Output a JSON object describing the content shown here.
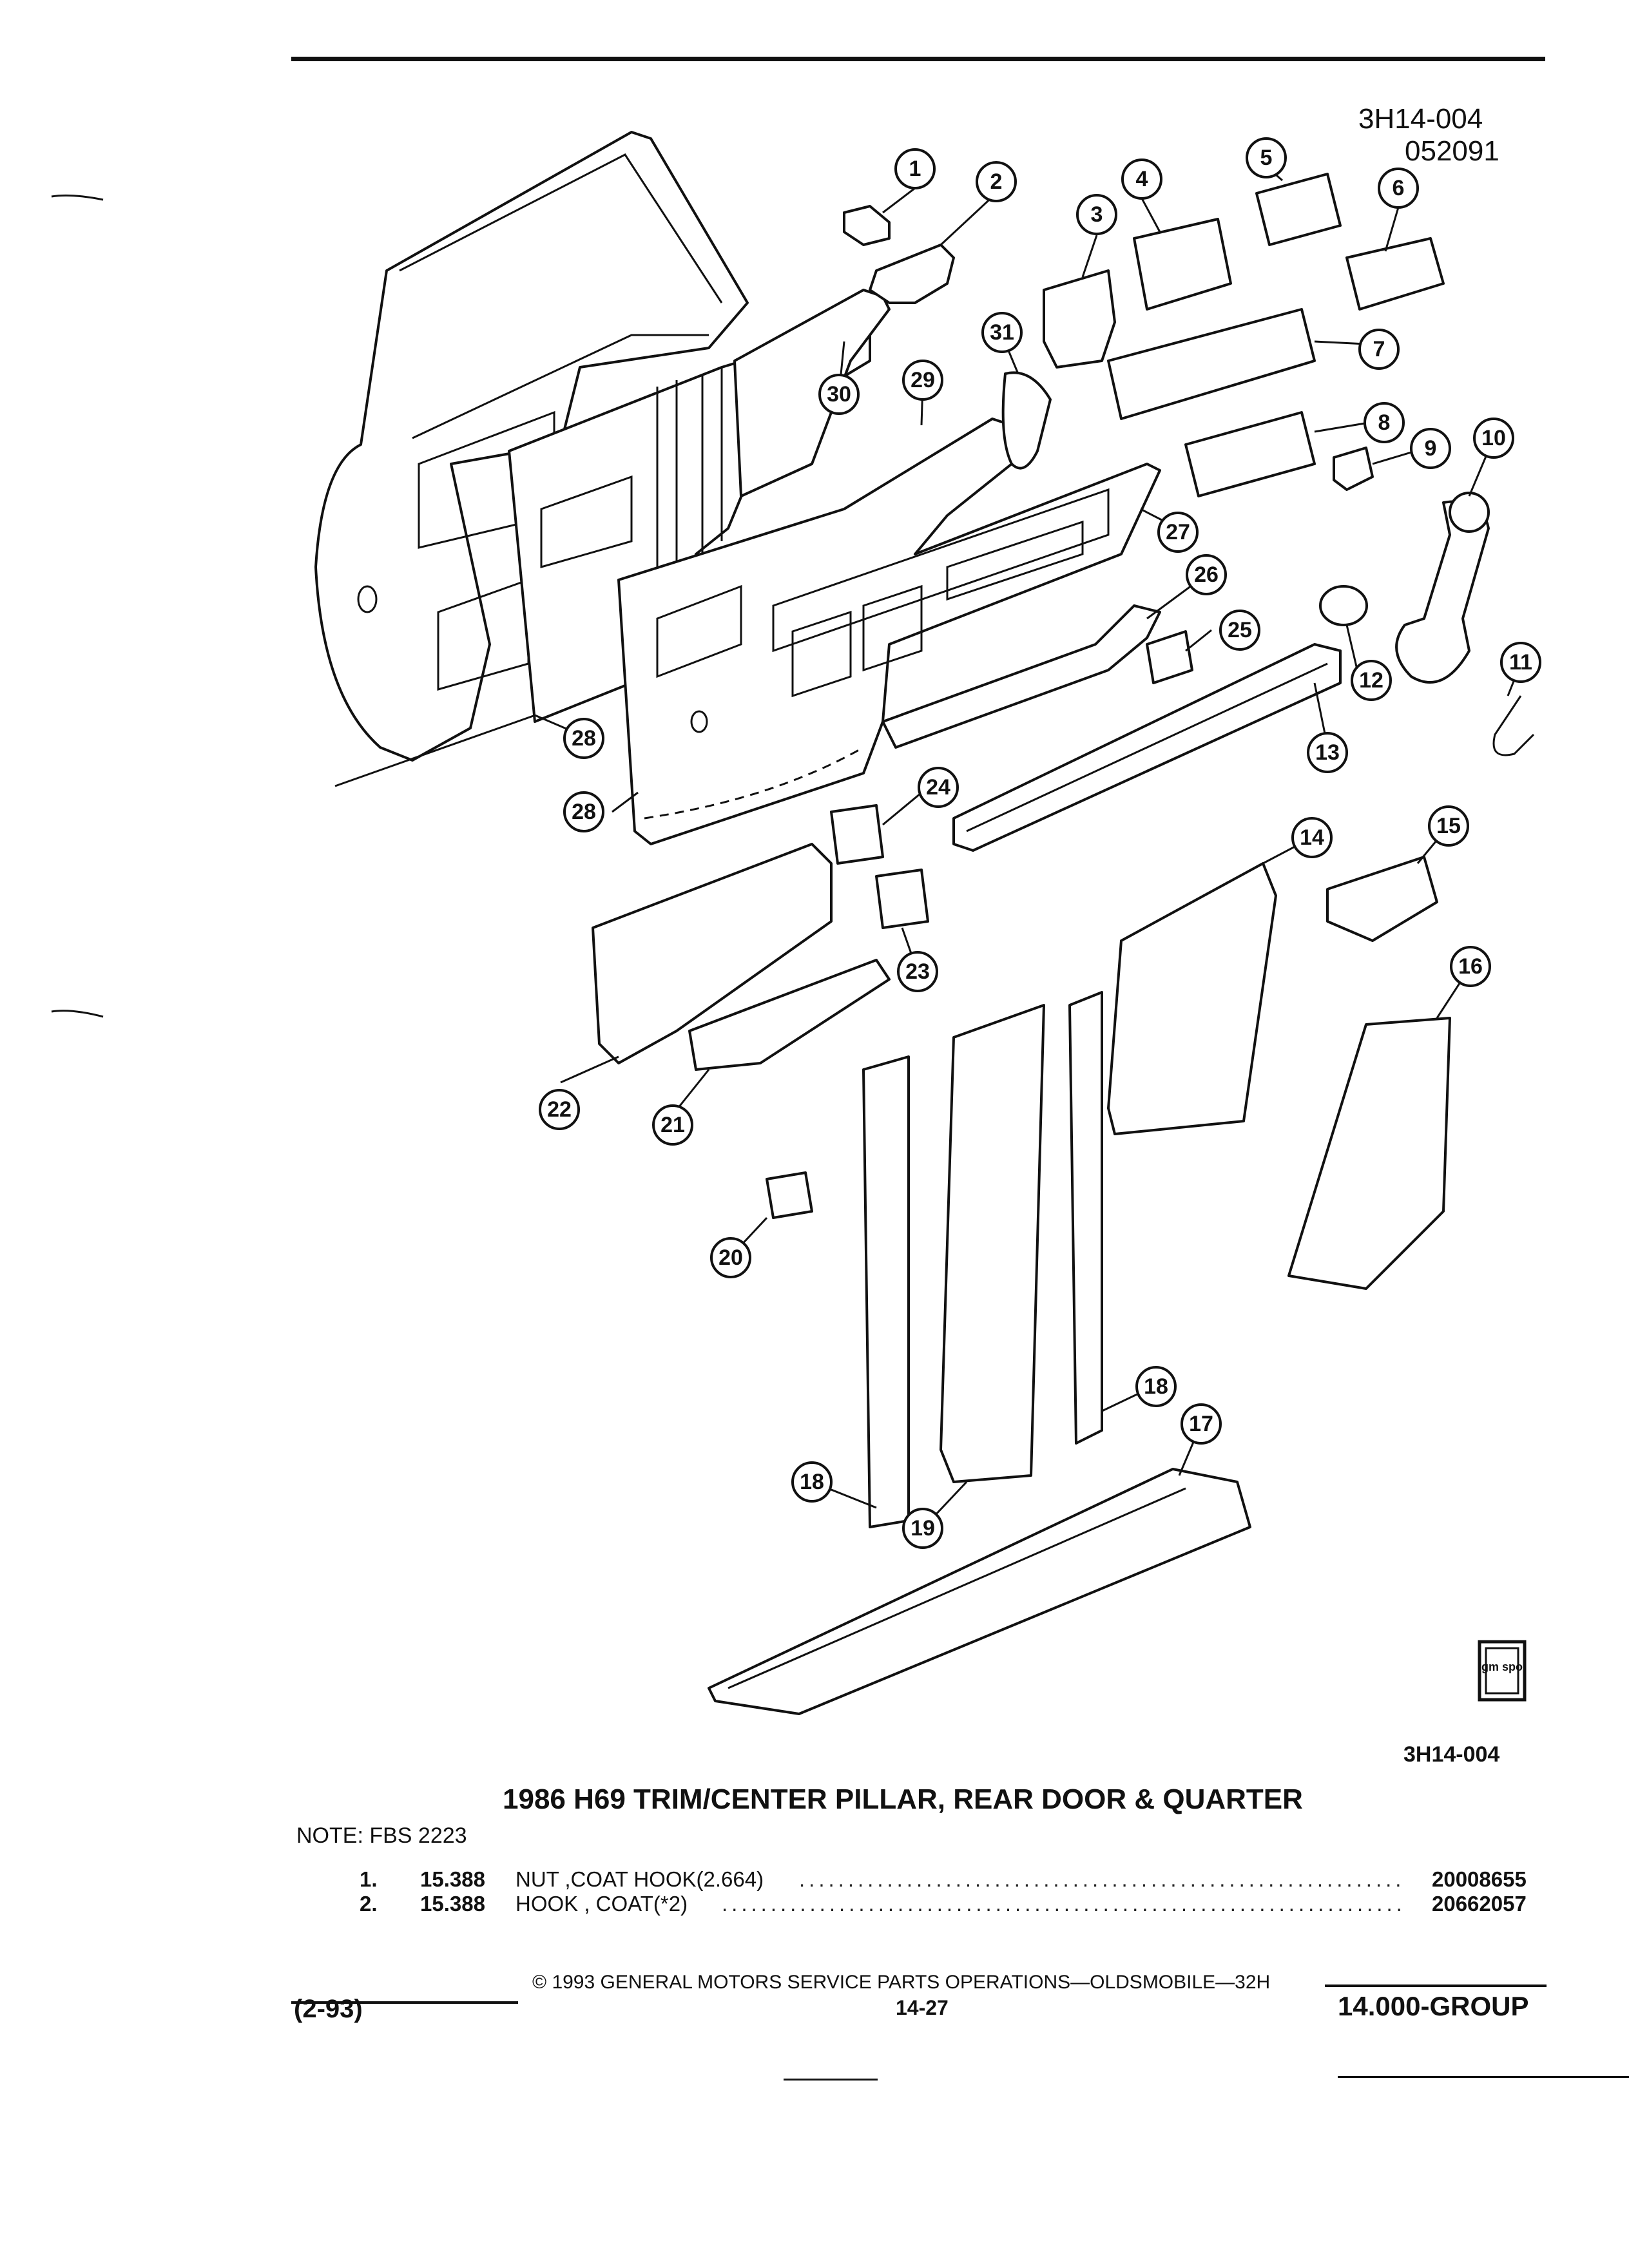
{
  "header": {
    "drawing_id": "3H14-004",
    "drawing_date": "052091"
  },
  "figure": {
    "callouts": [
      "1",
      "2",
      "3",
      "4",
      "5",
      "6",
      "7",
      "8",
      "9",
      "10",
      "11",
      "12",
      "13",
      "14",
      "15",
      "16",
      "17",
      "18",
      "18",
      "19",
      "20",
      "21",
      "22",
      "23",
      "24",
      "25",
      "26",
      "27",
      "28",
      "28",
      "29",
      "30",
      "31"
    ],
    "logo_text": "gm spo",
    "figure_id": "3H14-004"
  },
  "title": "1986 H69 TRIM/CENTER PILLAR, REAR DOOR & QUARTER",
  "note": "NOTE:  FBS 2223",
  "parts": [
    {
      "item": "1.",
      "group": "15.388",
      "description": "NUT ,COAT HOOK(2.664)",
      "part_number": "20008655"
    },
    {
      "item": "2.",
      "group": "15.388",
      "description": "HOOK , COAT(*2)",
      "part_number": "20662057"
    }
  ],
  "footer": {
    "copyright": "©  1993  GENERAL MOTORS SERVICE PARTS OPERATIONS—OLDSMOBILE—32H",
    "revision": "(2-93)",
    "page": "14-27",
    "group": "14.000-GROUP"
  }
}
